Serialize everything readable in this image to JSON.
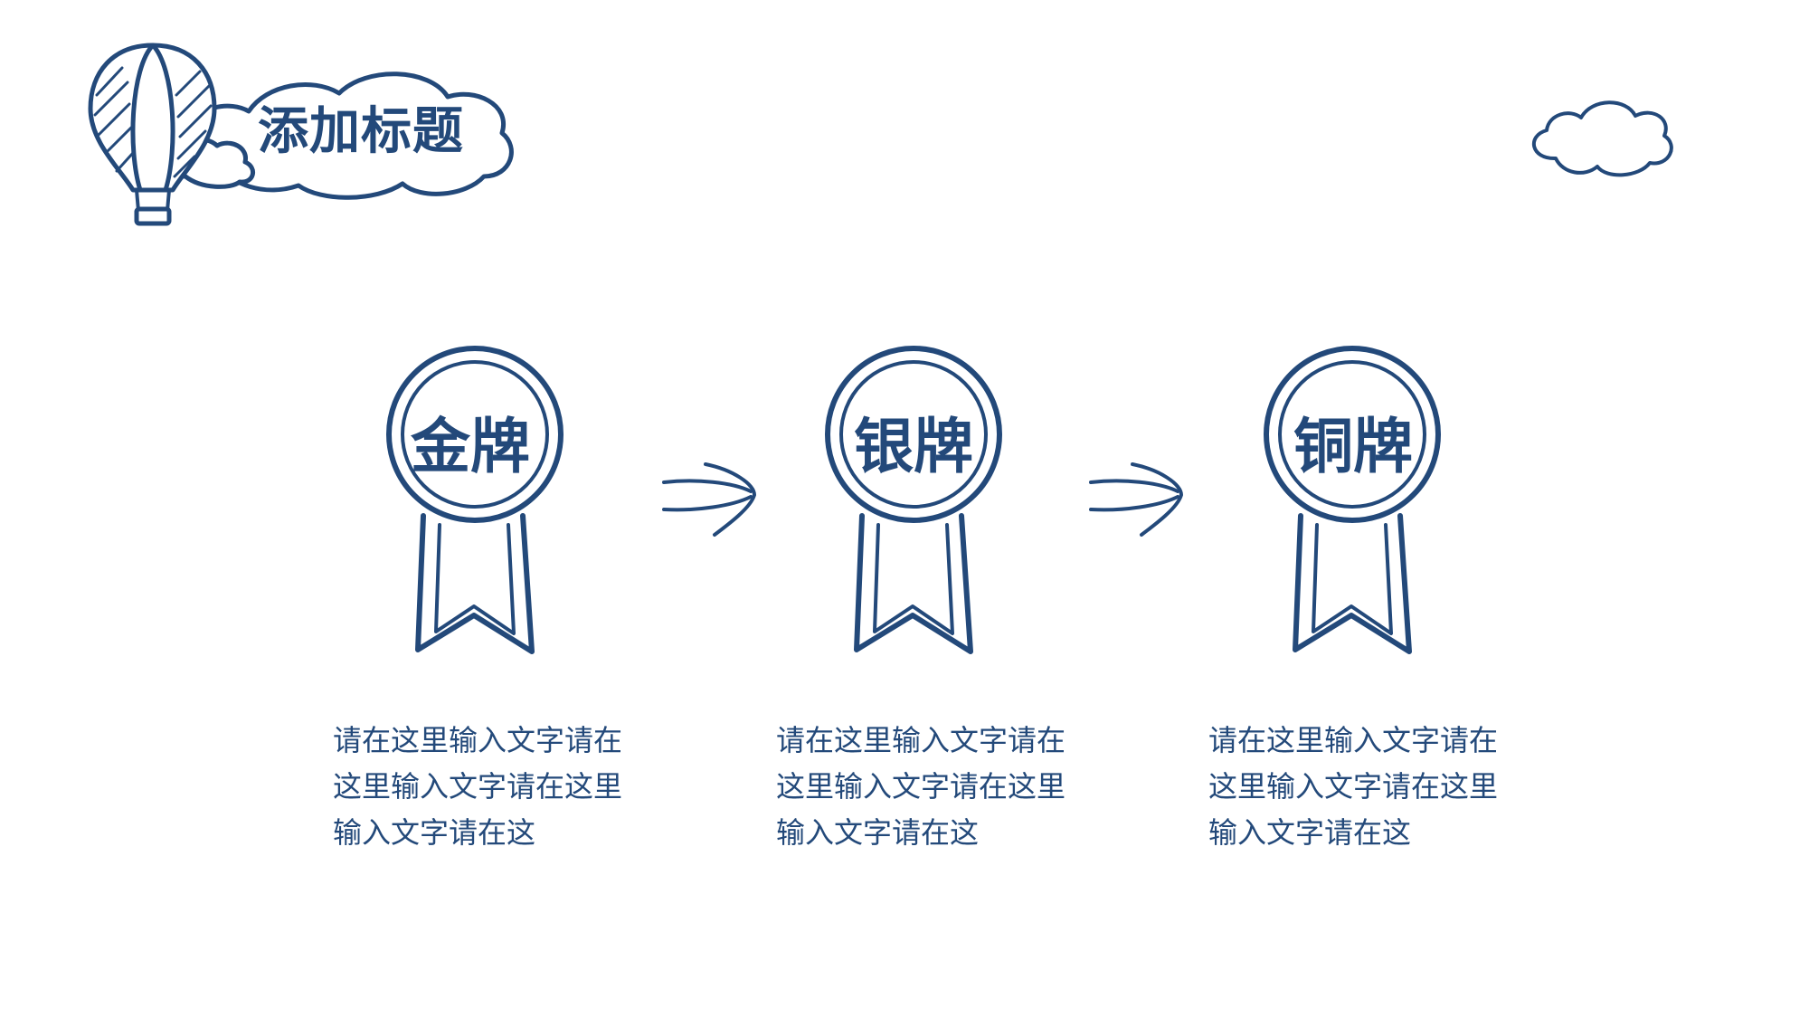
{
  "title": "添加标题",
  "accent_color": "#23497a",
  "medals": [
    {
      "label": "金牌",
      "description": "请在这里输入文字请在这里输入文字请在这里输入文字请在这"
    },
    {
      "label": "银牌",
      "description": "请在这里输入文字请在这里输入文字请在这里输入文字请在这"
    },
    {
      "label": "铜牌",
      "description": "请在这里输入文字请在这里输入文字请在这里输入文字请在这"
    }
  ],
  "icons": [
    "hot-air-balloon-icon",
    "cloud-icon",
    "medal-icon",
    "arrow-icon"
  ]
}
